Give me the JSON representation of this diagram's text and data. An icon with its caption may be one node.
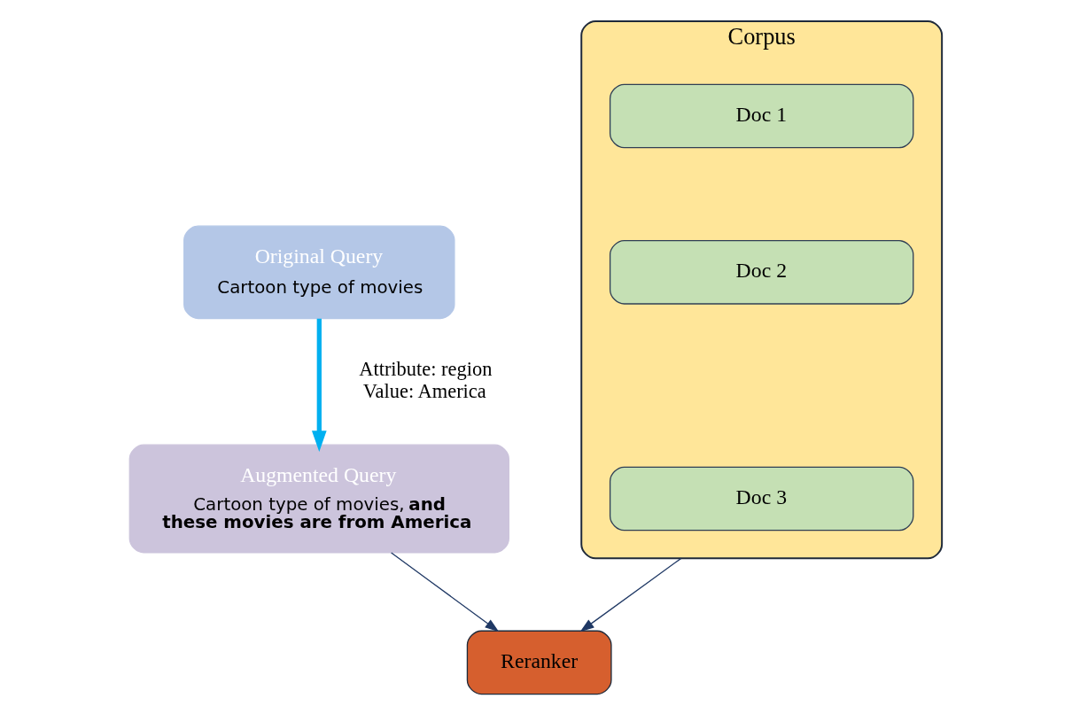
{
  "diagram": {
    "nodes": [
      {
        "text": [
          "Original Query",
          "Cartoon type of movies"
        ]
      },
      {
        "text": [
          "Augmented Query",
          "Cartoon type of movies, **and these movies are from America**"
        ]
      },
      {
        "text": [
          "Corpus"
        ]
      },
      {
        "text": [
          "Doc 1"
        ],
        "in": 2
      },
      {
        "text": [
          "Doc 2"
        ],
        "in": 2
      },
      {
        "text": [
          "Doc 3"
        ],
        "in": 2
      },
      {
        "text": [
          "Reranker"
        ]
      }
    ],
    "edges": [
      {
        "from": 0,
        "to": 1,
        "arrow": "to",
        "label": "Attribute: region Value: America",
        "style": "thick",
        "color": "#00b0f0"
      },
      {
        "from": 1,
        "to": 6,
        "arrow": "to"
      },
      {
        "from": 2,
        "to": 6,
        "arrow": "to"
      }
    ]
  }
}
